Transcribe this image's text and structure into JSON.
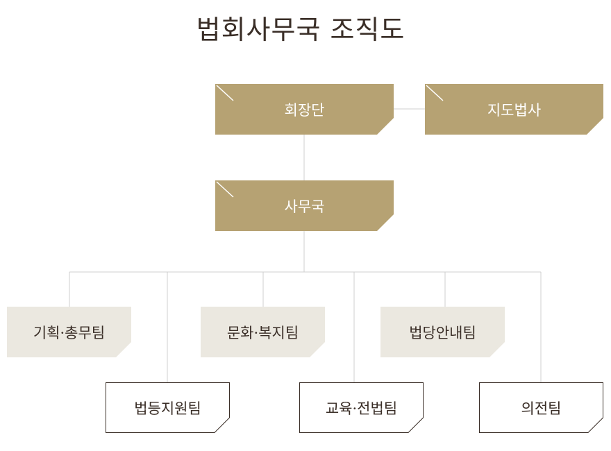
{
  "title": "법회사무국 조직도",
  "colors": {
    "gold": "#b6a273",
    "light": "#ebe8e0",
    "line": "#cfcfcf",
    "outline": "#3a2e27",
    "text": "#3a2e27"
  },
  "nodes": {
    "chairman": "회장단",
    "advisor": "지도법사",
    "secretariat": "사무국",
    "planning": "기획·총무팀",
    "culture": "문화·복지팀",
    "guide": "법당안내팀",
    "support": "법등지원팀",
    "education": "교육·전법팀",
    "ceremony": "의전팀"
  }
}
